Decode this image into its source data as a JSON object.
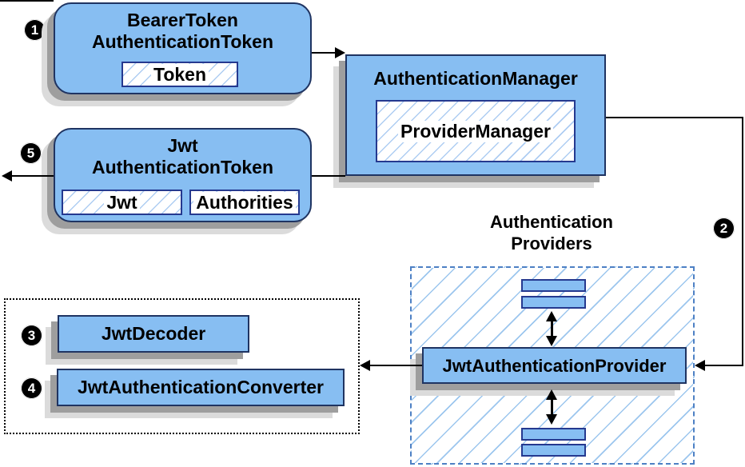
{
  "colors": {
    "box-fill": "#87BEF2",
    "box-border": "#1F3462",
    "inner-border": "#25398F",
    "hatch-line": "#AECDF2",
    "region-hatch-line": "#9CC6EE",
    "region-border": "#4D80C4",
    "shadow-dark": "#9E9E9E",
    "shadow-light": "#DBDBDB",
    "line-color": "#000000"
  },
  "badges": {
    "step1": "1",
    "step2": "2",
    "step3": "3",
    "step4": "4",
    "step5": "5"
  },
  "nodes": {
    "bearer_token": {
      "title_line1": "BearerToken",
      "title_line2": "AuthenticationToken",
      "token_label": "Token"
    },
    "authentication_manager": {
      "title": "AuthenticationManager",
      "inner_label": "ProviderManager"
    },
    "jwt_authentication_token": {
      "title_line1": "Jwt",
      "title_line2": "AuthenticationToken",
      "jwt_label": "Jwt",
      "authorities_label": "Authorities"
    },
    "providers_group": {
      "title_line1": "Authentication",
      "title_line2": "Providers"
    },
    "jwt_authentication_provider": {
      "label": "JwtAuthenticationProvider"
    },
    "jwt_decoder": {
      "label": "JwtDecoder"
    },
    "jwt_authentication_converter": {
      "label": "JwtAuthenticationConverter"
    }
  }
}
